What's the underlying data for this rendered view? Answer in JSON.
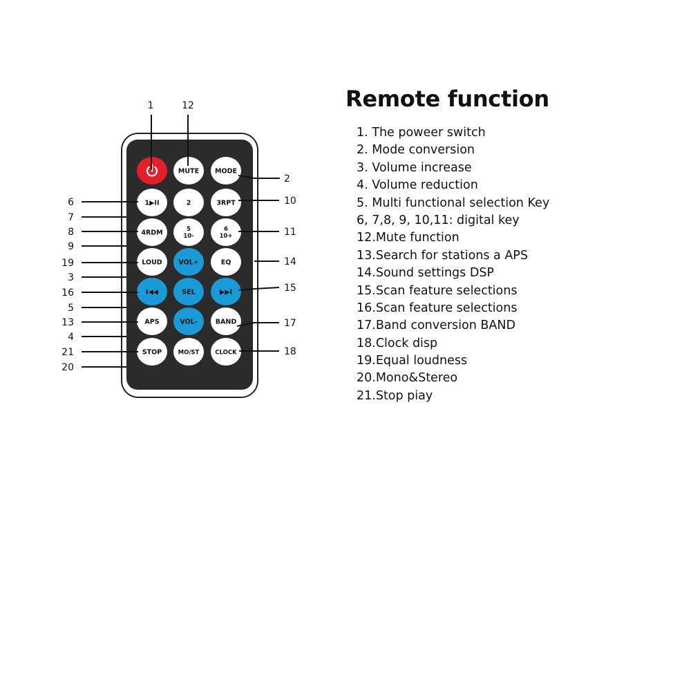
{
  "title": "Remote function",
  "colors": {
    "outline": "#222222",
    "body": "#2b2b2b",
    "button": "#ffffff",
    "power_button": "#e3202a",
    "blue_button": "#1a9ad6"
  },
  "buttons": [
    {
      "id": "power",
      "label": "",
      "icon": "power-icon",
      "color": "power"
    },
    {
      "id": "mute",
      "label": "MUTE",
      "color": "white"
    },
    {
      "id": "mode",
      "label": "MODE",
      "color": "white"
    },
    {
      "id": "btn1",
      "label": "1▶II",
      "color": "white"
    },
    {
      "id": "btn2",
      "label": "2",
      "color": "white"
    },
    {
      "id": "btn3",
      "label": "3RPT",
      "color": "white"
    },
    {
      "id": "btn4",
      "label": "4RDM",
      "color": "white"
    },
    {
      "id": "btn5",
      "label": "5",
      "sub": "10-",
      "color": "white"
    },
    {
      "id": "btn6",
      "label": "6",
      "sub": "10+",
      "color": "white"
    },
    {
      "id": "loud",
      "label": "LOUD",
      "color": "white"
    },
    {
      "id": "volup",
      "label": "VOL+",
      "color": "blue"
    },
    {
      "id": "eq",
      "label": "EQ",
      "color": "white"
    },
    {
      "id": "prev",
      "label": "I◀◀",
      "color": "blue"
    },
    {
      "id": "sel",
      "label": "SEL",
      "color": "blue"
    },
    {
      "id": "next",
      "label": "▶▶I",
      "color": "blue"
    },
    {
      "id": "aps",
      "label": "APS",
      "color": "white"
    },
    {
      "id": "voldown",
      "label": "VOL-",
      "color": "blue"
    },
    {
      "id": "band",
      "label": "BAND",
      "color": "white"
    },
    {
      "id": "stop",
      "label": "STOP",
      "color": "white"
    },
    {
      "id": "most",
      "label": "MO/ST",
      "color": "white"
    },
    {
      "id": "clock",
      "label": "CLOCK",
      "color": "white"
    }
  ],
  "callouts": {
    "top": [
      "1",
      "12"
    ],
    "left": [
      "6",
      "7",
      "8",
      "9",
      "19",
      "3",
      "16",
      "5",
      "13",
      "4",
      "21",
      "20"
    ],
    "right": [
      "2",
      "10",
      "11",
      "14",
      "15",
      "17",
      "18"
    ]
  },
  "functions": [
    "1. The poweer switch",
    "2. Mode conversion",
    "3. Volume increase",
    "4. Volume reduction",
    "5. Multi functional selection Key",
    "6, 7,8, 9, 10,11: digital key",
    "12.Mute function",
    "13.Search for stations a APS",
    "14.Sound settings DSP",
    "15.Scan feature selections",
    "16.Scan feature selections",
    "17.Band conversion BAND",
    "18.Clock disp",
    "19.Equal loudness",
    "20.Mono&Stereo",
    "21.Stop piay"
  ]
}
